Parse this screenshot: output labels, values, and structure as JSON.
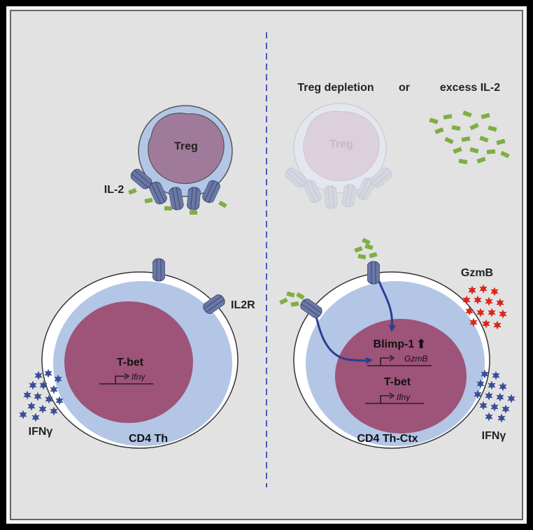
{
  "left_panel": {
    "treg_label": "Treg",
    "il2_label": "IL-2",
    "il2r_label": "IL2R",
    "tbet_label": "T-bet",
    "ifng_gene_label": "Ifnγ",
    "cell_label": "CD4 Th",
    "ifng_label": "IFNγ"
  },
  "right_panel": {
    "header": {
      "treg_depletion": "Treg depletion",
      "or": "or",
      "excess_il2": "excess IL-2"
    },
    "treg_faded_label": "Treg",
    "gzmb_label": "GzmB",
    "blimp_label": "Blimp-1",
    "up_arrow": "⬆",
    "gzmb_gene_label": "GzmB",
    "tbet_label": "T-bet",
    "ifng_gene_label": "Ifnγ",
    "cell_label": "CD4 Th-Ctx",
    "ifng_label": "IFNγ"
  },
  "colors": {
    "background": "#e2e2e2",
    "frame_outer": "#000000",
    "frame_inner": "#3a3a3a",
    "cytoplasm": "#b3c6e6",
    "nucleus": "#9e5378",
    "treg_nucleus": "#a07a9b",
    "receptor": "#6a78a6",
    "il2": "#7fae43",
    "gzmb": "#d9261c",
    "ifng": "#3a4e97",
    "arrow": "#2c3d8f",
    "divider": "#4a5bb8"
  }
}
